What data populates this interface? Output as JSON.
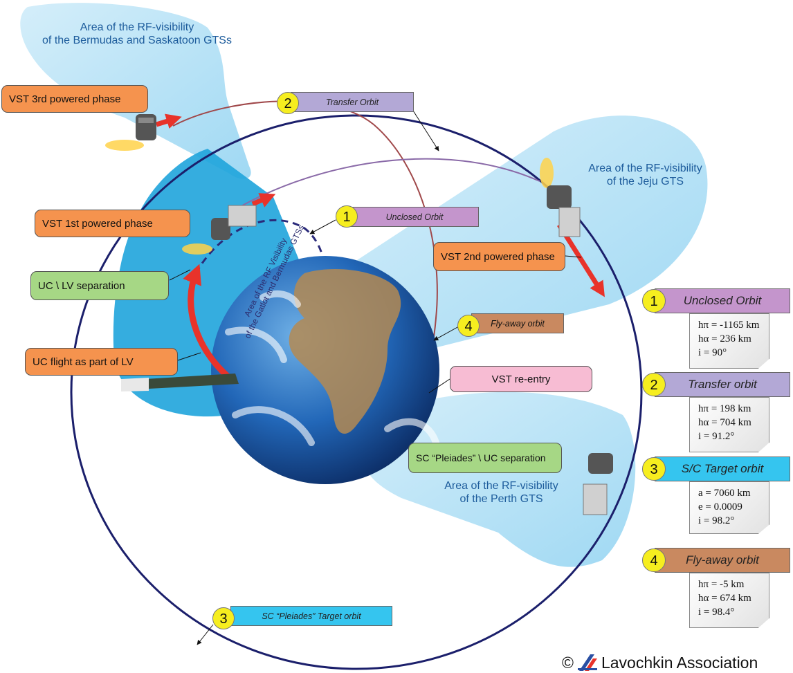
{
  "colors": {
    "orbit_outer": "#1b1f6b",
    "orbit_transfer": "#a0484a",
    "orbit_purple": "#8a6aa8",
    "flight_arrow": "#e8332a",
    "rf_area_light": "#a8dcf3",
    "rf_area_dark": "#1fa4dc",
    "callout_orange": "#f5934e",
    "callout_green": "#a6d785",
    "callout_pink": "#f7bcd3",
    "number_badge": "#f6ee1f",
    "orbit1_fill": "#c495cc",
    "orbit2_fill": "#b3a8d6",
    "orbit3_fill": "#35c5ef",
    "orbit4_fill": "#c98960",
    "label_blue": "#1d5c9c"
  },
  "areas": {
    "bermudas_saskatoon": [
      "Area of the RF-visibility",
      "of the Bermudas and Saskatoon GTSs"
    ],
    "jeju": [
      "Area of the RF-visibility",
      "of the Jeju GTS"
    ],
    "perth": [
      "Area of the RF-visibility",
      "of the Perth GTS"
    ],
    "gatlot_bermudas": [
      "Area of the RF Visibility",
      "of the Gatlot and Bermudas GTSs"
    ]
  },
  "callouts": {
    "vst_3rd": "VST 3rd powered phase",
    "vst_1st": "VST 1st powered phase",
    "vst_2nd": "VST 2nd powered phase",
    "uc_lv_sep": "UC \\ LV separation",
    "uc_flight": "UC flight as part of LV",
    "vst_reentry": "VST re-entry",
    "sc_uc_sep": "SC “Pleiades” \\ UC separation"
  },
  "diagram_tags": [
    {
      "num": "1",
      "label": "Unclosed Orbit"
    },
    {
      "num": "2",
      "label": "Transfer Orbit"
    },
    {
      "num": "3",
      "label": "SC “Pleiades” Target orbit"
    },
    {
      "num": "4",
      "label": "Fly-away orbit"
    }
  ],
  "orbit_panels": [
    {
      "num": "1",
      "title": "Unclosed Orbit",
      "params": [
        "hπ = -1165 km",
        "hα = 236 km",
        "i = 90°"
      ]
    },
    {
      "num": "2",
      "title": "Transfer orbit",
      "params": [
        "hπ = 198 km",
        "hα = 704 km",
        "i = 91.2°"
      ]
    },
    {
      "num": "3",
      "title": "S/C Target orbit",
      "params": [
        "a = 7060 km",
        "e = 0.0009",
        "i = 98.2°"
      ]
    },
    {
      "num": "4",
      "title": "Fly-away orbit",
      "params": [
        "hπ = -5 km",
        "hα = 674 km",
        "i = 98.4°"
      ]
    }
  ],
  "copyright": {
    "symbol": "©",
    "text": "Lavochkin Association"
  }
}
